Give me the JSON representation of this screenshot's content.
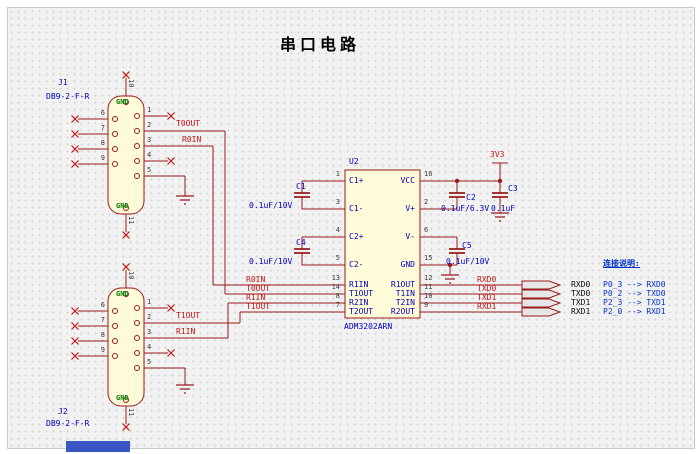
{
  "title": "串口电路",
  "connectors": {
    "j1": {
      "ref": "J1",
      "part": "DB9-2-F-R",
      "gnd_top": "GND",
      "gnd_bottom": "GND",
      "pin_top": "10",
      "pin_bottom": "11",
      "left_pins": [
        "6",
        "7",
        "8",
        "9"
      ],
      "right_pins": [
        "1",
        "2",
        "3",
        "4",
        "5"
      ],
      "net_pin2": "T0OUT",
      "net_pin3": "R0IN"
    },
    "j2": {
      "ref": "J2",
      "part": "DB9-2-F-R",
      "gnd_top": "GND",
      "gnd_bottom": "GND",
      "pin_top": "10",
      "pin_bottom": "11",
      "left_pins": [
        "6",
        "7",
        "8",
        "9"
      ],
      "right_pins": [
        "1",
        "2",
        "3",
        "4",
        "5"
      ],
      "net_pin2": "T1OUT",
      "net_pin3": "R1IN"
    }
  },
  "chip": {
    "ref": "U2",
    "part": "ADM3202ARN",
    "left_pins": [
      {
        "num": "1",
        "name": "C1+"
      },
      {
        "num": "3",
        "name": "C1-"
      },
      {
        "num": "4",
        "name": "C2+"
      },
      {
        "num": "5",
        "name": "C2-"
      },
      {
        "num": "13",
        "name": "R1IN"
      },
      {
        "num": "14",
        "name": "T1OUT"
      },
      {
        "num": "8",
        "name": "R2IN"
      },
      {
        "num": "7",
        "name": "T2OUT"
      }
    ],
    "right_pins": [
      {
        "num": "16",
        "name": "VCC"
      },
      {
        "num": "2",
        "name": "V+"
      },
      {
        "num": "6",
        "name": "V-"
      },
      {
        "num": "15",
        "name": "GND"
      },
      {
        "num": "12",
        "name": "R1OUT"
      },
      {
        "num": "11",
        "name": "T1IN"
      },
      {
        "num": "10",
        "name": "T2IN"
      },
      {
        "num": "9",
        "name": "R2OUT"
      }
    ],
    "net_left": [
      "R0IN",
      "T0OUT",
      "R1IN",
      "T1OUT"
    ],
    "net_right": [
      "RXD0",
      "TXD0",
      "TXD1",
      "RXD1"
    ]
  },
  "capacitors": [
    {
      "ref": "C1",
      "value": "0.1uF/10V"
    },
    {
      "ref": "C2",
      "value": "0.1uF/6.3V"
    },
    {
      "ref": "C3",
      "value": "0.1uF"
    },
    {
      "ref": "C4",
      "value": "0.1uF/10V"
    },
    {
      "ref": "C5",
      "value": "0.1uF/10V"
    }
  ],
  "power": {
    "rail": "3V3"
  },
  "notes": {
    "heading": "连接说明:",
    "lines": [
      {
        "signal": "RXD0",
        "map": "P0_3 --> RXD0"
      },
      {
        "signal": "TXD0",
        "map": "P0_2 --> TXD0"
      },
      {
        "signal": "TXD1",
        "map": "P2_3 --> TXD1"
      },
      {
        "signal": "RXD1",
        "map": "P2_0 --> RXD1"
      }
    ]
  }
}
